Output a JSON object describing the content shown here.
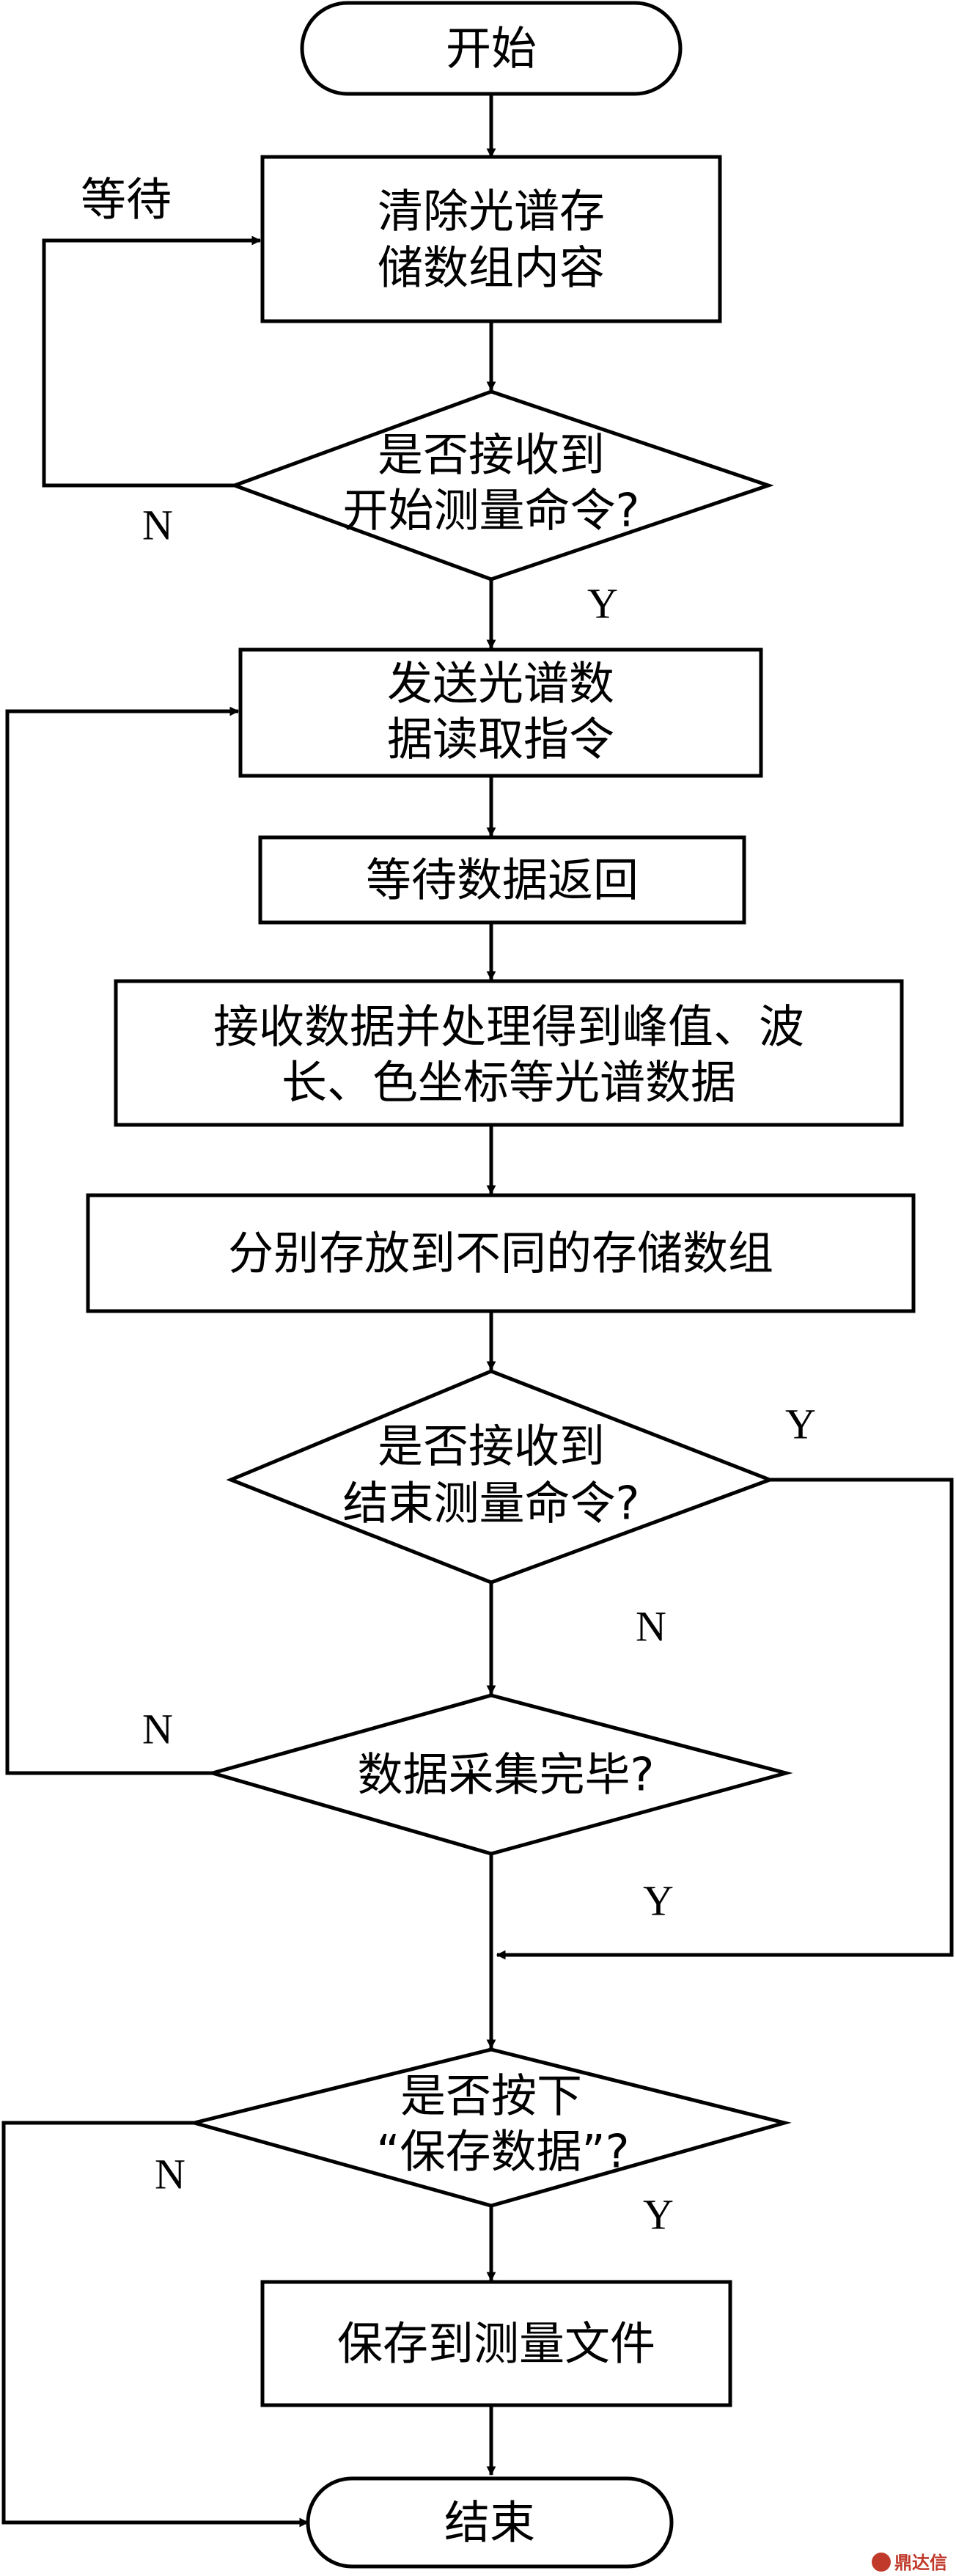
{
  "nodes": [
    {
      "id": "start",
      "shape": "terminal",
      "lines": [
        "开始"
      ]
    },
    {
      "id": "clear",
      "shape": "process",
      "lines": [
        "清除光谱存",
        "储数组内容"
      ]
    },
    {
      "id": "recv_start",
      "shape": "decision",
      "lines": [
        "是否接收到",
        "开始测量命令?"
      ]
    },
    {
      "id": "send_read",
      "shape": "process",
      "lines": [
        "发送光谱数",
        "据读取指令"
      ]
    },
    {
      "id": "wait_return",
      "shape": "process",
      "lines": [
        "等待数据返回"
      ]
    },
    {
      "id": "process_data",
      "shape": "process",
      "lines": [
        "接收数据并处理得到峰值、波",
        "长、色坐标等光谱数据"
      ]
    },
    {
      "id": "store",
      "shape": "process",
      "lines": [
        "分别存放到不同的存储数组"
      ]
    },
    {
      "id": "recv_end",
      "shape": "decision",
      "lines": [
        "是否接收到",
        "结束测量命令?"
      ]
    },
    {
      "id": "collect_done",
      "shape": "decision",
      "lines": [
        "数据采集完毕?"
      ]
    },
    {
      "id": "save_pressed",
      "shape": "decision",
      "lines": [
        "是否按下",
        "“保存数据”?"
      ]
    },
    {
      "id": "save_file",
      "shape": "process",
      "lines": [
        "保存到测量文件"
      ]
    },
    {
      "id": "end",
      "shape": "terminal",
      "lines": [
        "结束"
      ]
    }
  ],
  "edge_labels": {
    "wait": "等待",
    "recv_start_no": "N",
    "recv_start_yes": "Y",
    "recv_end_yes": "Y",
    "recv_end_no": "N",
    "collect_done_no": "N",
    "collect_done_yes": "Y",
    "save_no": "N",
    "save_yes": "Y"
  },
  "watermark": "鼎达信"
}
